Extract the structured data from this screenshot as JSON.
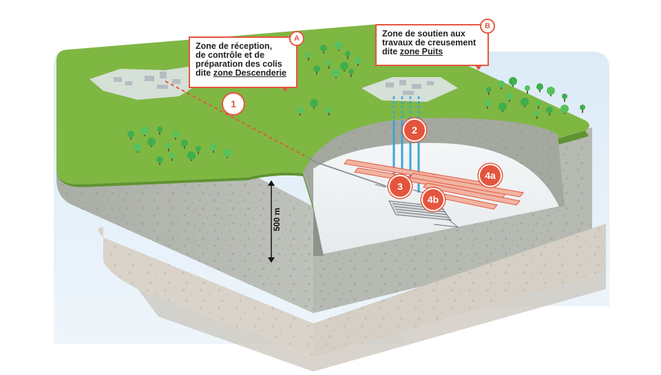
{
  "callouts": {
    "a": {
      "letter": "A",
      "line1": "Zone de réception,",
      "line2": "de contrôle et de",
      "line3": "préparation des colis",
      "line4_prefix": "dite ",
      "line4_underlined": "zone Descenderie"
    },
    "b": {
      "letter": "B",
      "line1": "Zone de soutien aux",
      "line2": "travaux de creusement",
      "line3_prefix": "dite ",
      "line3_underlined": "zone Puits"
    }
  },
  "badges": {
    "b1": "1",
    "b2": "2",
    "b3": "3",
    "b4a": "4a",
    "b4b": "4b"
  },
  "depth": "500 m",
  "colors": {
    "accent": "#e5553d",
    "grass": "#7fb743",
    "soil_top": "#b9bdb5",
    "soil_mid": "#d9d4cc",
    "soil_bottom": "#c9c5bd",
    "shaft_blue": "#3aa6dc",
    "sky": "#dfeef8"
  }
}
